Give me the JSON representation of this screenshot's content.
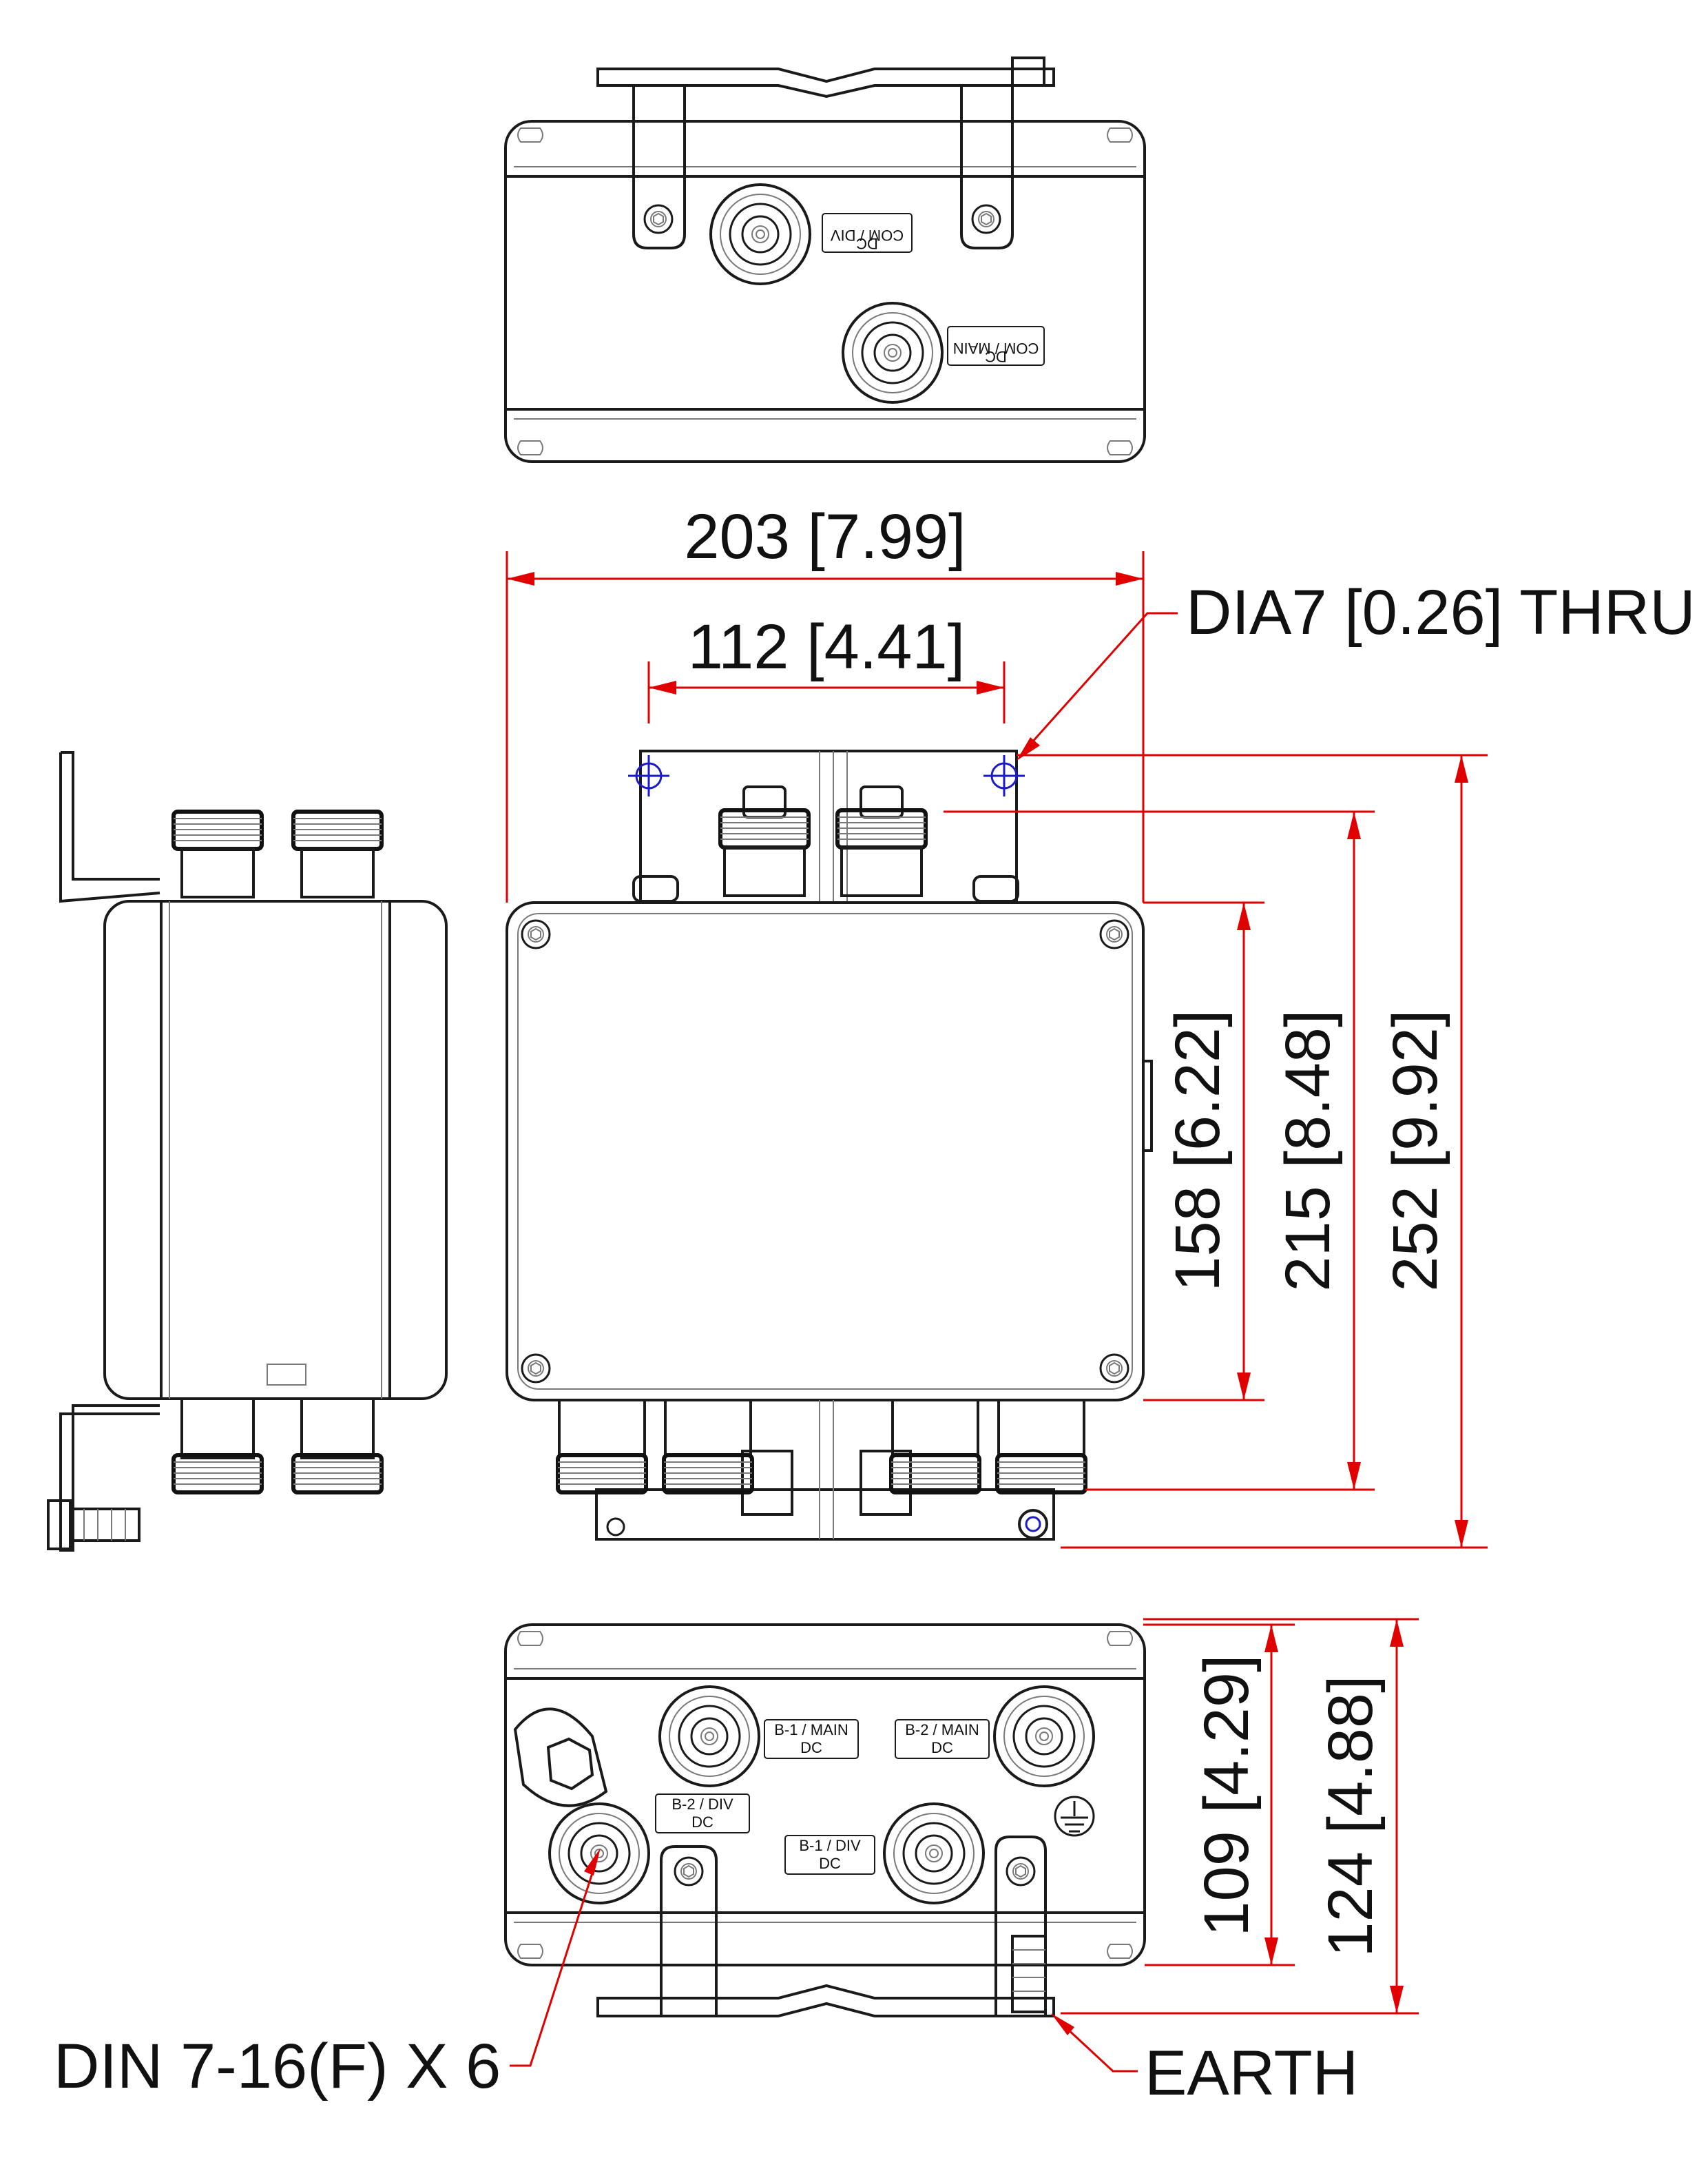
{
  "dimensions": {
    "overall_width": "203 [7.99]",
    "hole_spacing": "112 [4.41]",
    "hole_note": "DIA7 [0.26] THRU",
    "body_height": "158 [6.22]",
    "connector_height": "215 [8.48]",
    "overall_height": "252 [9.92]",
    "depth_body": "109 [4.29]",
    "depth_overall": "124 [4.88]"
  },
  "callouts": {
    "connector_note": "DIN 7-16(F) X 6",
    "earth": "EARTH"
  },
  "port_labels": {
    "com_div": [
      "COM / DIV",
      "DC"
    ],
    "com_main": [
      "COM / MAIN",
      "DC"
    ],
    "b1_main": [
      "B-1 / MAIN",
      "DC"
    ],
    "b2_main": [
      "B-2 / MAIN",
      "DC"
    ],
    "b2_div": [
      "B-2 / DIV",
      "DC"
    ],
    "b1_div": [
      "B-1 / DIV",
      "DC"
    ]
  },
  "colors": {
    "dimension": "#e00000",
    "hole_marker": "#1a1acc",
    "outline": "#1a1a1a"
  }
}
